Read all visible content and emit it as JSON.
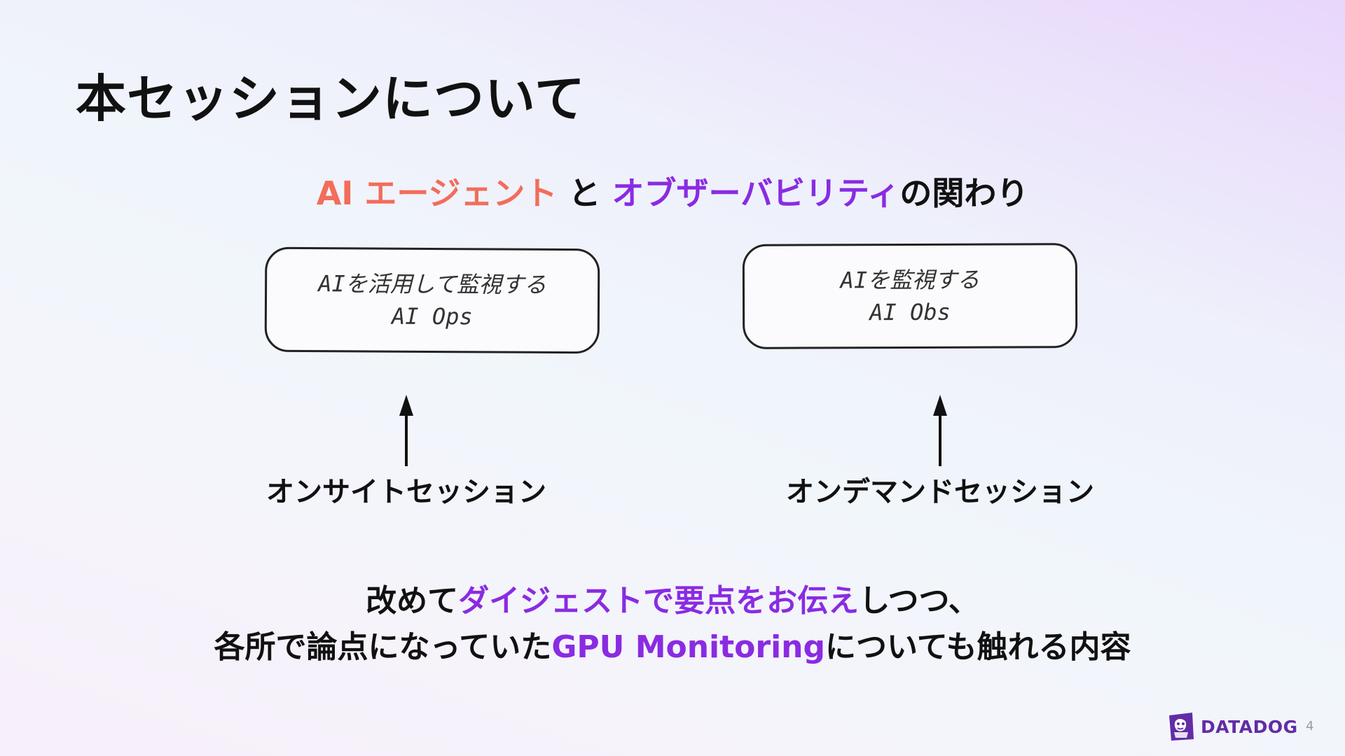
{
  "slide": {
    "title": "本セッションについて",
    "subtitle": {
      "part1": "AI エージェント",
      "part2": " と ",
      "part3": "オブザーバビリティ",
      "part4": "の関わり"
    },
    "boxes": [
      {
        "line1": "AIを活用して監視する",
        "line2": "AI Ops"
      },
      {
        "line1": "AIを監視する",
        "line2": "AI Obs"
      }
    ],
    "labels": [
      "オンサイトセッション",
      "オンデマンドセッション"
    ],
    "bottom": {
      "line1": {
        "a": "改めて",
        "b": "ダイジェストで要点をお伝え",
        "c": "しつつ、"
      },
      "line2": {
        "a": "各所で論点になっていた",
        "b": "GPU Monitoring",
        "c": "についても触れる内容"
      }
    },
    "logo_text": "DATADOG",
    "page_number": "4"
  },
  "colors": {
    "accent_orange": "#f26d5b",
    "accent_purple": "#8a2be2",
    "brand_purple": "#632ca6"
  },
  "icons": [
    "arrow-up-icon",
    "datadog-logo-icon"
  ]
}
